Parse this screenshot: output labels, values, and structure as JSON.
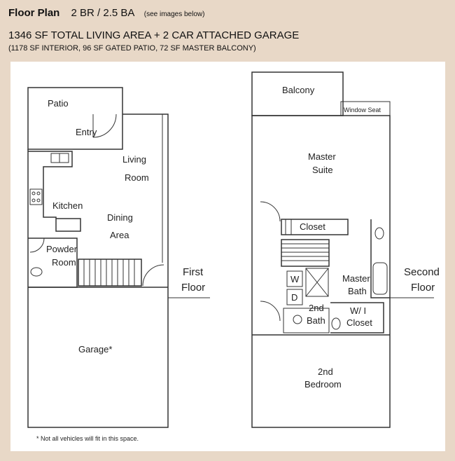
{
  "header": {
    "title": "Floor Plan",
    "size": "2 BR / 2.5 BA",
    "note": "(see images below)",
    "area": "1346 SF TOTAL LIVING AREA + 2 CAR ATTACHED GARAGE",
    "breakdown": "(1178 SF INTERIOR, 96 SF GATED PATIO, 72 SF MASTER BALCONY)"
  },
  "first_floor": {
    "patio": "Patio",
    "entry": "Entry",
    "living_1": "Living",
    "living_2": "Room",
    "kitchen": "Kitchen",
    "dining_1": "Dining",
    "dining_2": "Area",
    "powder_1": "Powder",
    "powder_2": "Room",
    "garage": "Garage*",
    "floor_1": "First",
    "floor_2": "Floor",
    "footnote": "* Not all vehicles will fit in this space."
  },
  "second_floor": {
    "balcony": "Balcony",
    "window_seat": "Window Seat",
    "master_1": "Master",
    "master_2": "Suite",
    "closet": "Closet",
    "washer": "W",
    "dryer": "D",
    "master_bath_1": "Master",
    "master_bath_2": "Bath",
    "bath2_1": "2nd",
    "bath2_2": "Bath",
    "wi_1": "W/ I",
    "wi_2": "Closet",
    "bedroom_1": "2nd",
    "bedroom_2": "Bedroom",
    "floor_1": "Second",
    "floor_2": "Floor"
  }
}
